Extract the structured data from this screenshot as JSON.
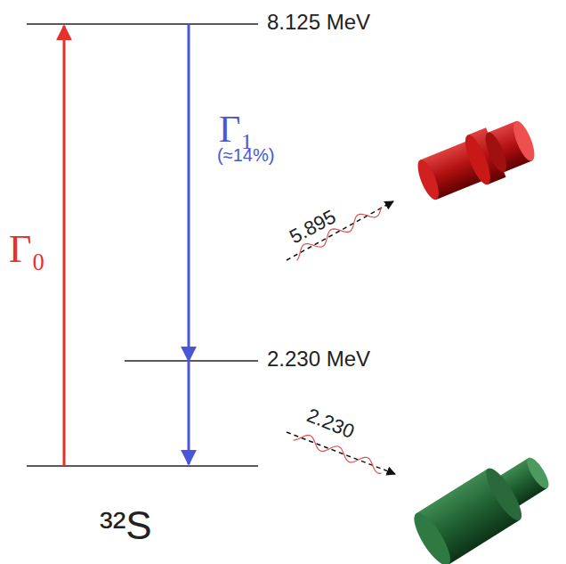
{
  "diagram": {
    "labels": [
      "8.125 MeV",
      "Γ₁",
      "(≈14%)",
      "Γ₀",
      "5.895",
      "2.230 MeV",
      "2.230",
      "³²S"
    ]
  }
}
